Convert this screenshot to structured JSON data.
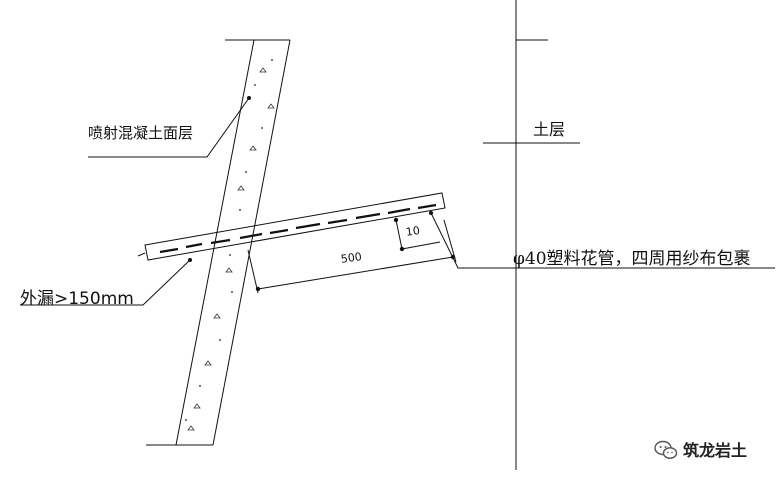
{
  "labels": {
    "shotcrete": "喷射混凝土面层",
    "soil": "土层",
    "pipe": "φ40塑料花管，四周用纱布包裹",
    "outer": "外漏>150mm",
    "dim_500": "500",
    "dim_10": "10"
  },
  "watermark": {
    "text": "筑龙岩土",
    "icon": "wechat-icon"
  },
  "colors": {
    "line": "#111111",
    "background": "#ffffff"
  }
}
